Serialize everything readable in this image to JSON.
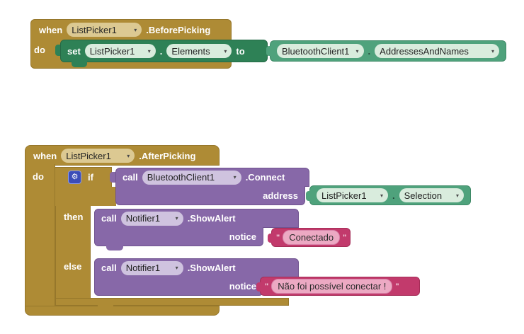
{
  "icons": {
    "dropdown_arrow": "▾",
    "gear": "⚙",
    "quote": "\""
  },
  "top_block": {
    "when_label": "when",
    "component": "ListPicker1",
    "event": ".BeforePicking",
    "do_label": "do",
    "set_block": {
      "set_label": "set",
      "component": "ListPicker1",
      "dot": ".",
      "property": "Elements",
      "to_label": "to"
    },
    "value_block": {
      "component": "BluetoothClient1",
      "dot": ".",
      "property": "AddressesAndNames"
    }
  },
  "bottom_block": {
    "when_label": "when",
    "component": "ListPicker1",
    "event": ".AfterPicking",
    "do_label": "do",
    "if_block": {
      "if_label": "if",
      "then_label": "then",
      "else_label": "else"
    },
    "connect_call": {
      "call_label": "call",
      "component": "BluetoothClient1",
      "method": ".Connect",
      "param_label": "address"
    },
    "selection_value": {
      "component": "ListPicker1",
      "dot": ".",
      "property": "Selection"
    },
    "then_call": {
      "call_label": "call",
      "component": "Notifier1",
      "method": ".ShowAlert",
      "param_label": "notice",
      "string_value": "Conectado"
    },
    "else_call": {
      "call_label": "call",
      "component": "Notifier1",
      "method": ".ShowAlert",
      "param_label": "notice",
      "string_value": "Não foi possível conectar !"
    }
  }
}
